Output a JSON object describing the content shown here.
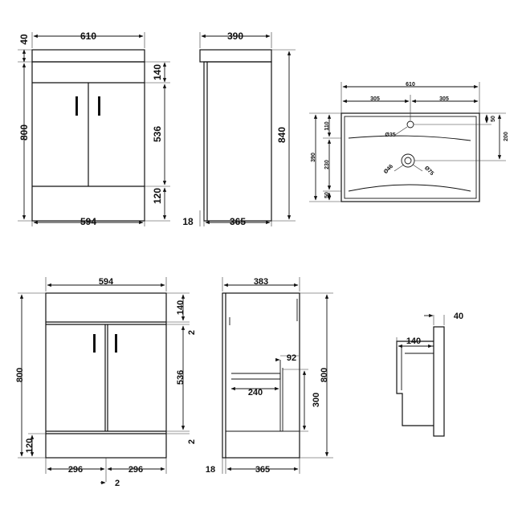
{
  "front_view": {
    "top_width": "610",
    "top_thickness": "40",
    "total_height": "800",
    "drawer_height": "140",
    "door_height": "536",
    "plinth_height": "120",
    "base_width": "594"
  },
  "side_view": {
    "depth": "390",
    "total_height": "840",
    "back_offset": "18",
    "body_depth": "365"
  },
  "basin_plan": {
    "width": "610",
    "left_half": "305",
    "right_half": "305",
    "depth": "390",
    "back_strip": "110",
    "middle": "230",
    "front_strip": "50",
    "right_50": "50",
    "right_200": "200",
    "tap_hole": "Ø35",
    "waste_inner": "Ø46",
    "waste_outer": "Ø75"
  },
  "carcass_front": {
    "width": "594",
    "drawer_height": "140",
    "gap_top": "2",
    "door_height": "536",
    "gap_bottom": "2",
    "total_height": "800",
    "plinth_height": "120",
    "left_door": "296",
    "right_door": "296",
    "centre_gap": "2"
  },
  "carcass_side": {
    "depth": "383",
    "height": "800",
    "back_offset": "18",
    "body_depth": "365",
    "shelf_depth": "240",
    "shelf_notch": "92",
    "notch_height": "300"
  },
  "basin_section": {
    "rim": "40",
    "bowl_depth": "140"
  }
}
